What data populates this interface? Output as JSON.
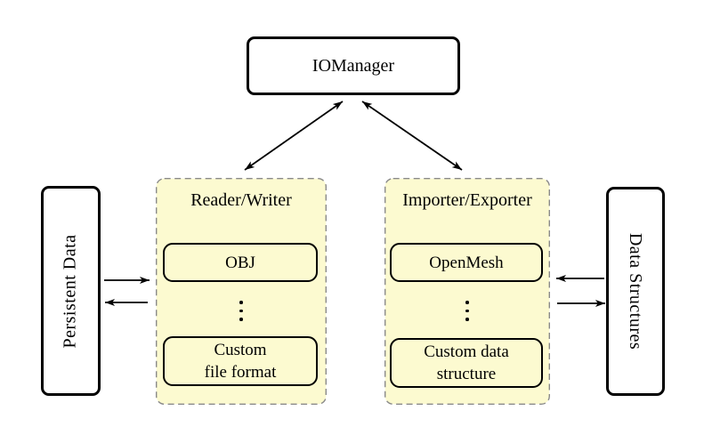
{
  "diagram": {
    "top_node": {
      "label": "IOManager"
    },
    "left_side_node": {
      "label": "Persistent Data"
    },
    "right_side_node": {
      "label": "Data Structures"
    },
    "reader_writer_group": {
      "title": "Reader/Writer",
      "top_item": {
        "label": "OBJ"
      },
      "ellipsis_icon": "vertical-ellipsis",
      "bottom_item": {
        "line1": "Custom",
        "line2": "file format"
      }
    },
    "importer_exporter_group": {
      "title": "Importer/Exporter",
      "top_item": {
        "label": "OpenMesh"
      },
      "ellipsis_icon": "vertical-ellipsis",
      "bottom_item": {
        "line1": "Custom data",
        "line2": "structure"
      }
    }
  },
  "colors": {
    "background": "#FFFFFF",
    "group_fill": "#FCFAD0",
    "group_border": "#8A8A8A",
    "node_border": "#000000",
    "arrow_color": "#000000",
    "text_color": "#000000"
  }
}
